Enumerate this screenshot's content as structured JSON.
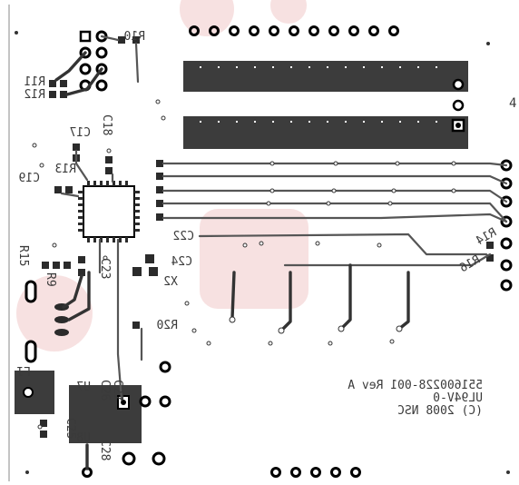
{
  "board": {
    "label_line1": "551600228-001 Rev A",
    "label_line2": "UL94V-0",
    "label_line3": "(C) 2008 NSC",
    "edge_number": "4"
  },
  "refdes": {
    "r10": "R10",
    "r11": "R11",
    "r12": "R12",
    "r13": "R13",
    "r14": "R14",
    "r15": "R15",
    "r16": "R16",
    "r20": "R20",
    "c17": "C17",
    "c18": "C18",
    "c19": "C19",
    "c22": "C22",
    "c23": "C23",
    "c24": "C24",
    "x2": "X2",
    "l1": "L1",
    "u7": "U7",
    "u8": "U8",
    "c25": "C25",
    "c26": "C26",
    "c27": "C27",
    "c28": "C28",
    "r9": "R9"
  },
  "colors": {
    "background": "#ffffff",
    "copper_fill": "#3c3c3c",
    "silkscreen": "#3a3a3a",
    "watermark": "#e8a9a9"
  }
}
